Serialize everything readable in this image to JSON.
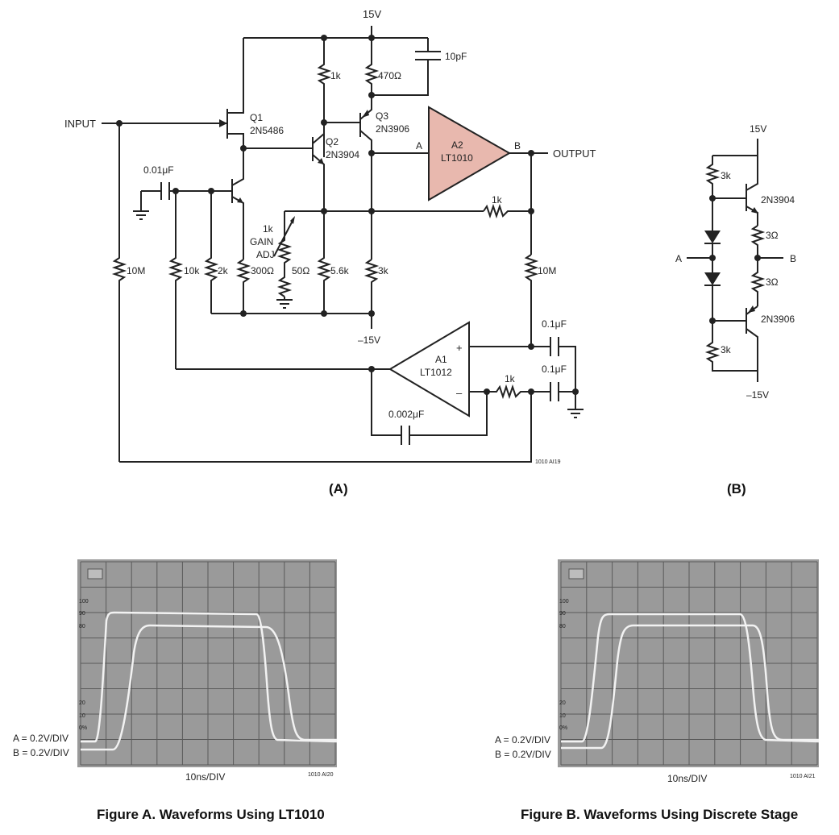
{
  "circuit_a": {
    "input": "INPUT",
    "output": "OUTPUT",
    "vpos": "15V",
    "vneg": "–15V",
    "q1_name": "Q1",
    "q1_part": "2N5486",
    "q2_name": "Q2",
    "q2_part": "2N3904",
    "q3_name": "Q3",
    "q3_part": "2N3906",
    "a2_name": "A2",
    "a2_part": "LT1010",
    "a1_name": "A1",
    "a1_part": "LT1012",
    "node_a": "A",
    "node_b": "B",
    "plus": "+",
    "minus": "–",
    "r_1k_top": "1k",
    "r_470": "470Ω",
    "c_10pf": "10pF",
    "c_001": "0.01μF",
    "r_1k_fb": "1k",
    "gain_1": "1k",
    "gain_2": "GAIN",
    "gain_3": "ADJ",
    "r_10m_left": "10M",
    "r_10k": "10k",
    "r_2k": "2k",
    "r_300": "300Ω",
    "r_50": "50Ω",
    "r_56k": "5.6k",
    "r_3k": "3k",
    "r_10m_right": "10M",
    "c_01_a": "0.1μF",
    "c_01_b": "0.1μF",
    "r_1k_a1": "1k",
    "c_0002": "0.002μF",
    "code": "1010 AI19",
    "caption": "(A)"
  },
  "circuit_b": {
    "vpos": "15V",
    "vneg": "–15V",
    "r_3k_top": "3k",
    "q_npn": "2N3904",
    "r_3ohm_1": "3Ω",
    "r_3ohm_2": "3Ω",
    "node_a": "A",
    "node_b": "B",
    "q_pnp": "2N3906",
    "r_3k_bot": "3k",
    "caption": "(B)"
  },
  "scope_a": {
    "scale_a": "A = 0.2V/DIV",
    "scale_b": "B = 0.2V/DIV",
    "time": "10ns/DIV",
    "code": "1010 AI20",
    "caption": "Figure A. Waveforms Using LT1010",
    "ticks": [
      "100",
      "90",
      "80",
      "20",
      "10",
      "0%"
    ]
  },
  "scope_b": {
    "scale_a": "A = 0.2V/DIV",
    "scale_b": "B = 0.2V/DIV",
    "time": "10ns/DIV",
    "code": "1010 AI21",
    "caption": "Figure B. Waveforms Using Discrete Stage",
    "ticks": [
      "100",
      "90",
      "80",
      "20",
      "10",
      "0%"
    ]
  }
}
